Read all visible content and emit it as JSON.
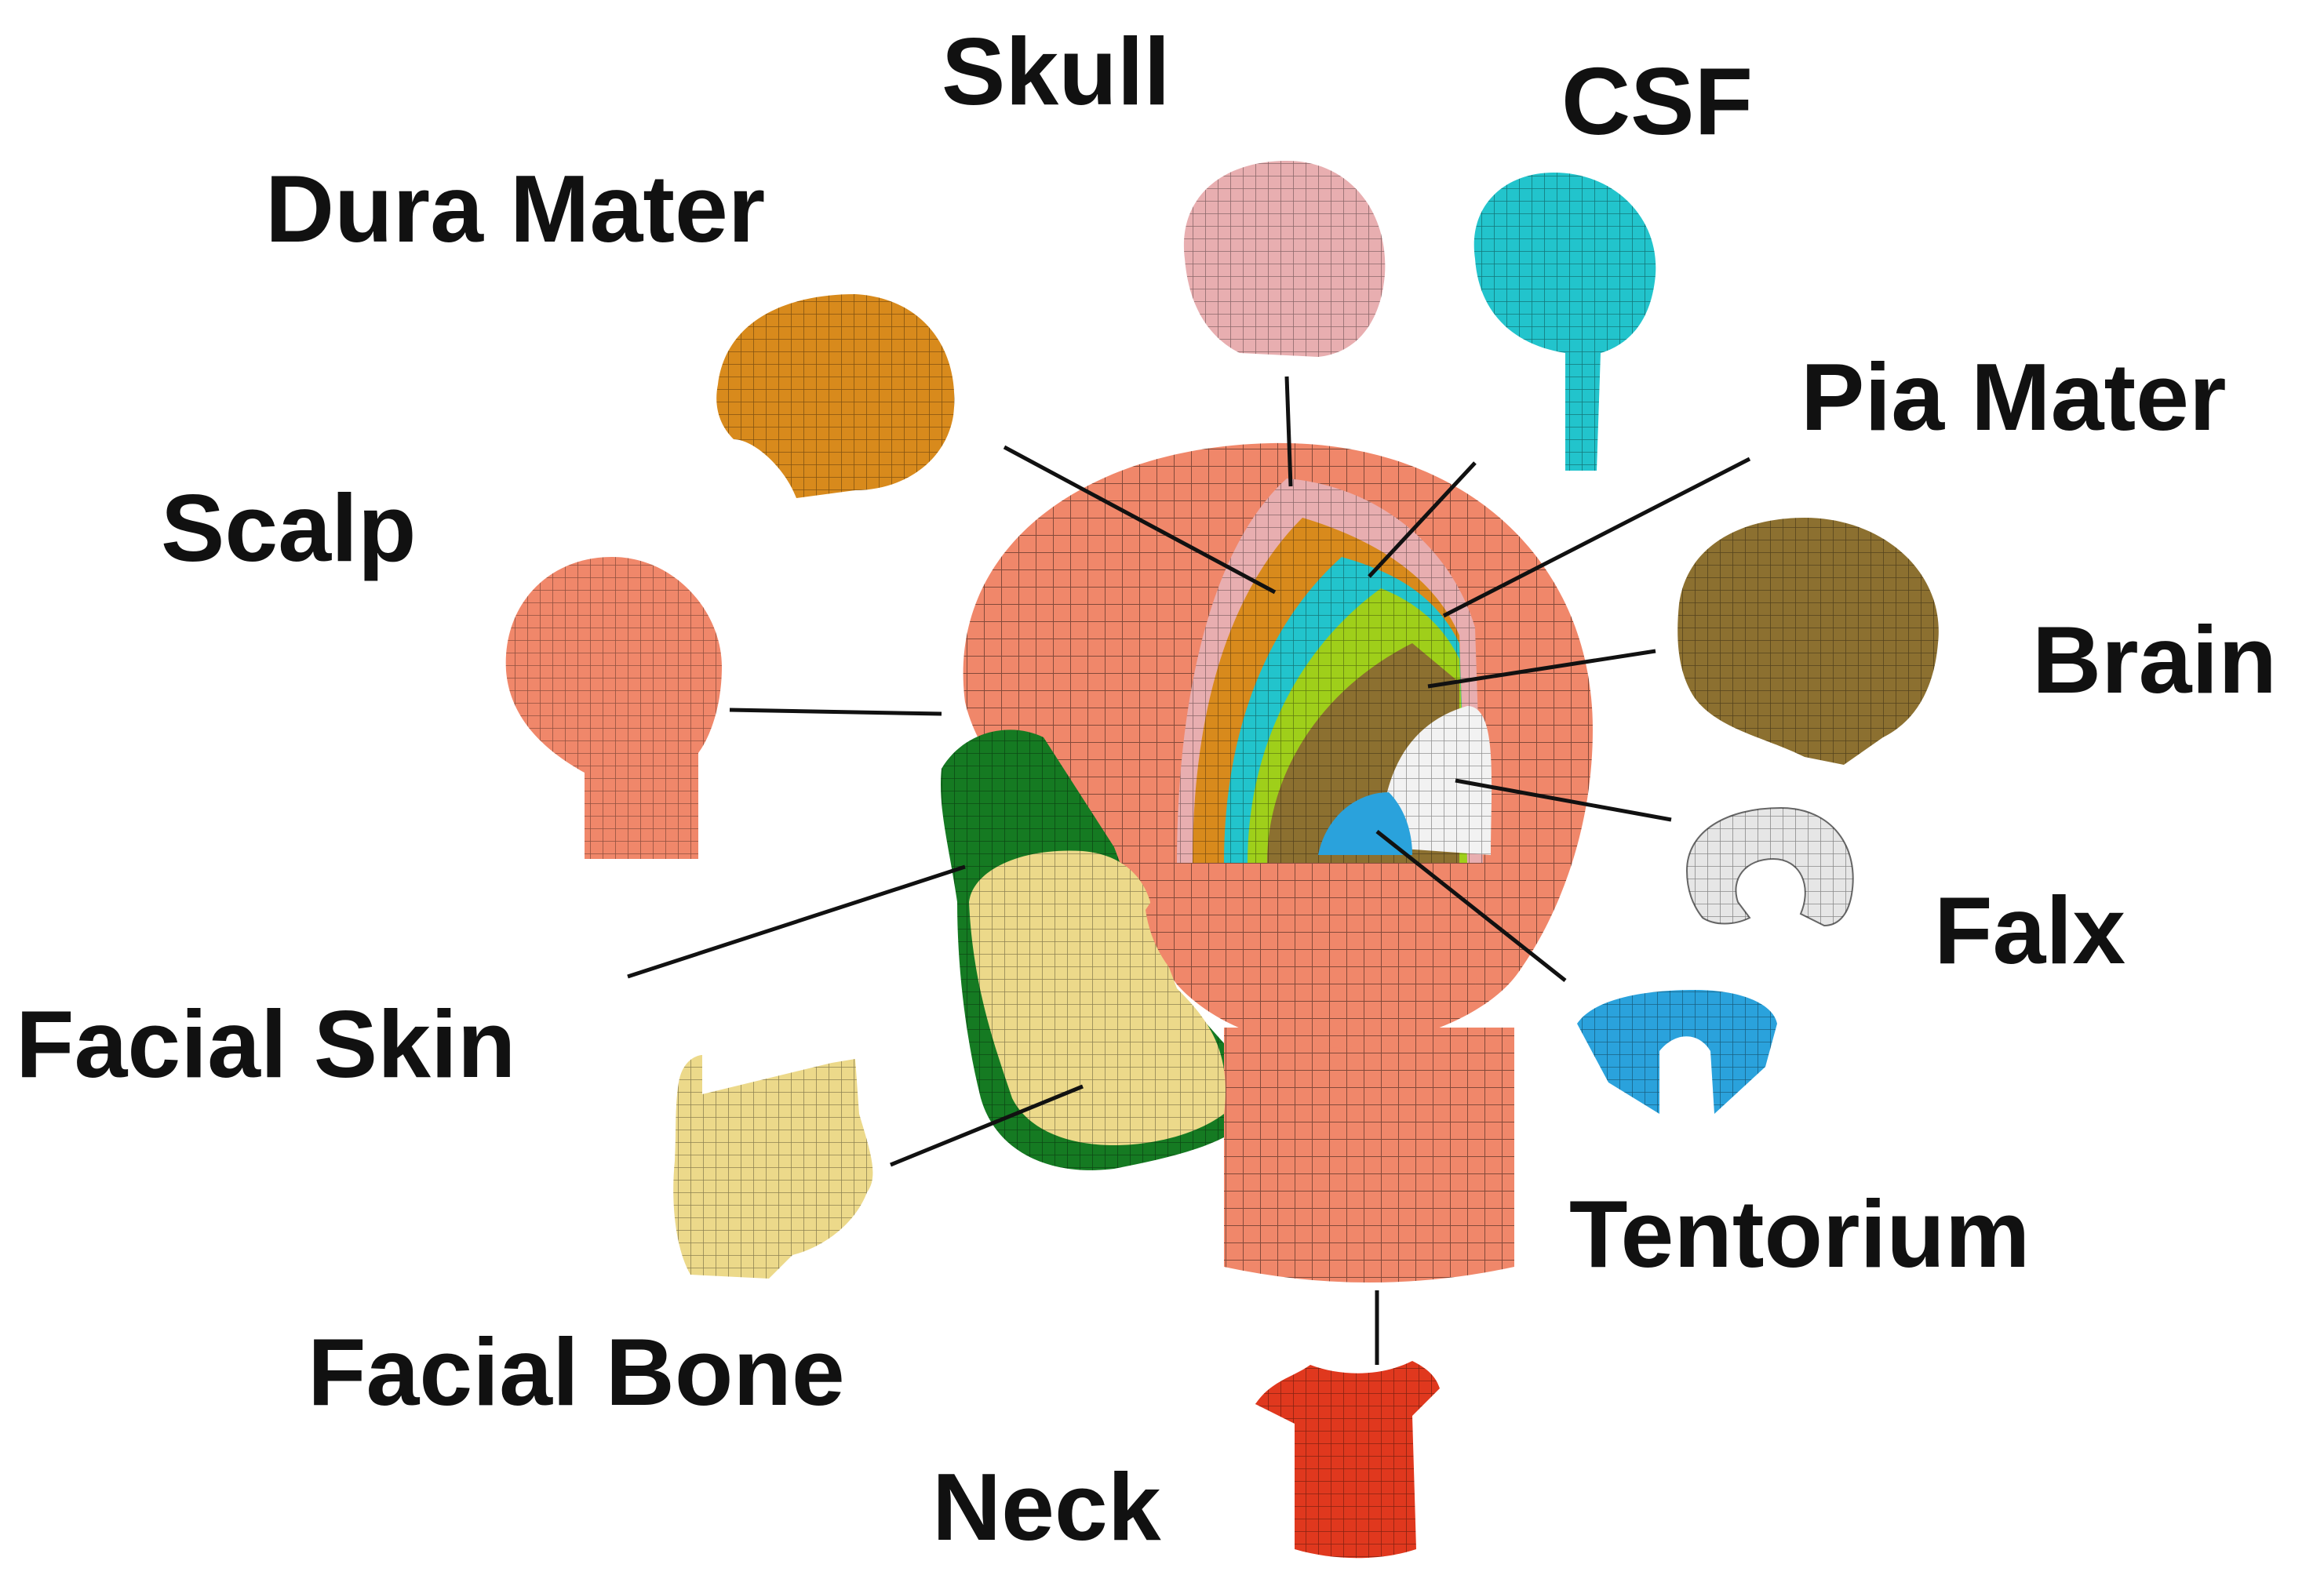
{
  "labels": {
    "skull": "Skull",
    "csf": "CSF",
    "dura_mater": "Dura Mater",
    "pia_mater": "Pia Mater",
    "scalp": "Scalp",
    "brain": "Brain",
    "falx": "Falx",
    "facial_skin": "Facial Skin",
    "tentorium": "Tentorium",
    "facial_bone": "Facial Bone",
    "neck": "Neck"
  },
  "colors": {
    "scalp": "#f0876a",
    "skull": "#e8aeb0",
    "csf": "#22c4cc",
    "dura_mater": "#d88a1c",
    "pia_mater": "#9fcf1a",
    "brain": "#8c7030",
    "falx": "#e6e6e6",
    "tentorium": "#2aa2dc",
    "facial_skin": "#157a22",
    "facial_bone": "#ecd98a",
    "neck": "#e0381e",
    "leader_line": "#111111"
  }
}
